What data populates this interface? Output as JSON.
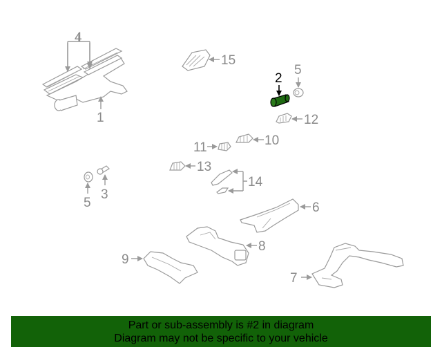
{
  "diagram": {
    "highlighted_part": "2",
    "highlight_color": "#1e6a12",
    "callouts": [
      {
        "id": "1",
        "label": "1"
      },
      {
        "id": "2",
        "label": "2"
      },
      {
        "id": "3",
        "label": "3"
      },
      {
        "id": "4",
        "label": "4"
      },
      {
        "id": "5a",
        "label": "5"
      },
      {
        "id": "5b",
        "label": "5"
      },
      {
        "id": "6",
        "label": "6"
      },
      {
        "id": "7",
        "label": "7"
      },
      {
        "id": "8",
        "label": "8"
      },
      {
        "id": "9",
        "label": "9"
      },
      {
        "id": "10",
        "label": "10"
      },
      {
        "id": "11",
        "label": "11"
      },
      {
        "id": "12",
        "label": "12"
      },
      {
        "id": "13",
        "label": "13"
      },
      {
        "id": "14",
        "label": "14"
      },
      {
        "id": "15",
        "label": "15"
      }
    ]
  },
  "banner": {
    "line1": "Part or sub-assembly is #2 in diagram",
    "line2": "Diagram may not be specific to your vehicle",
    "background": "#126208"
  }
}
